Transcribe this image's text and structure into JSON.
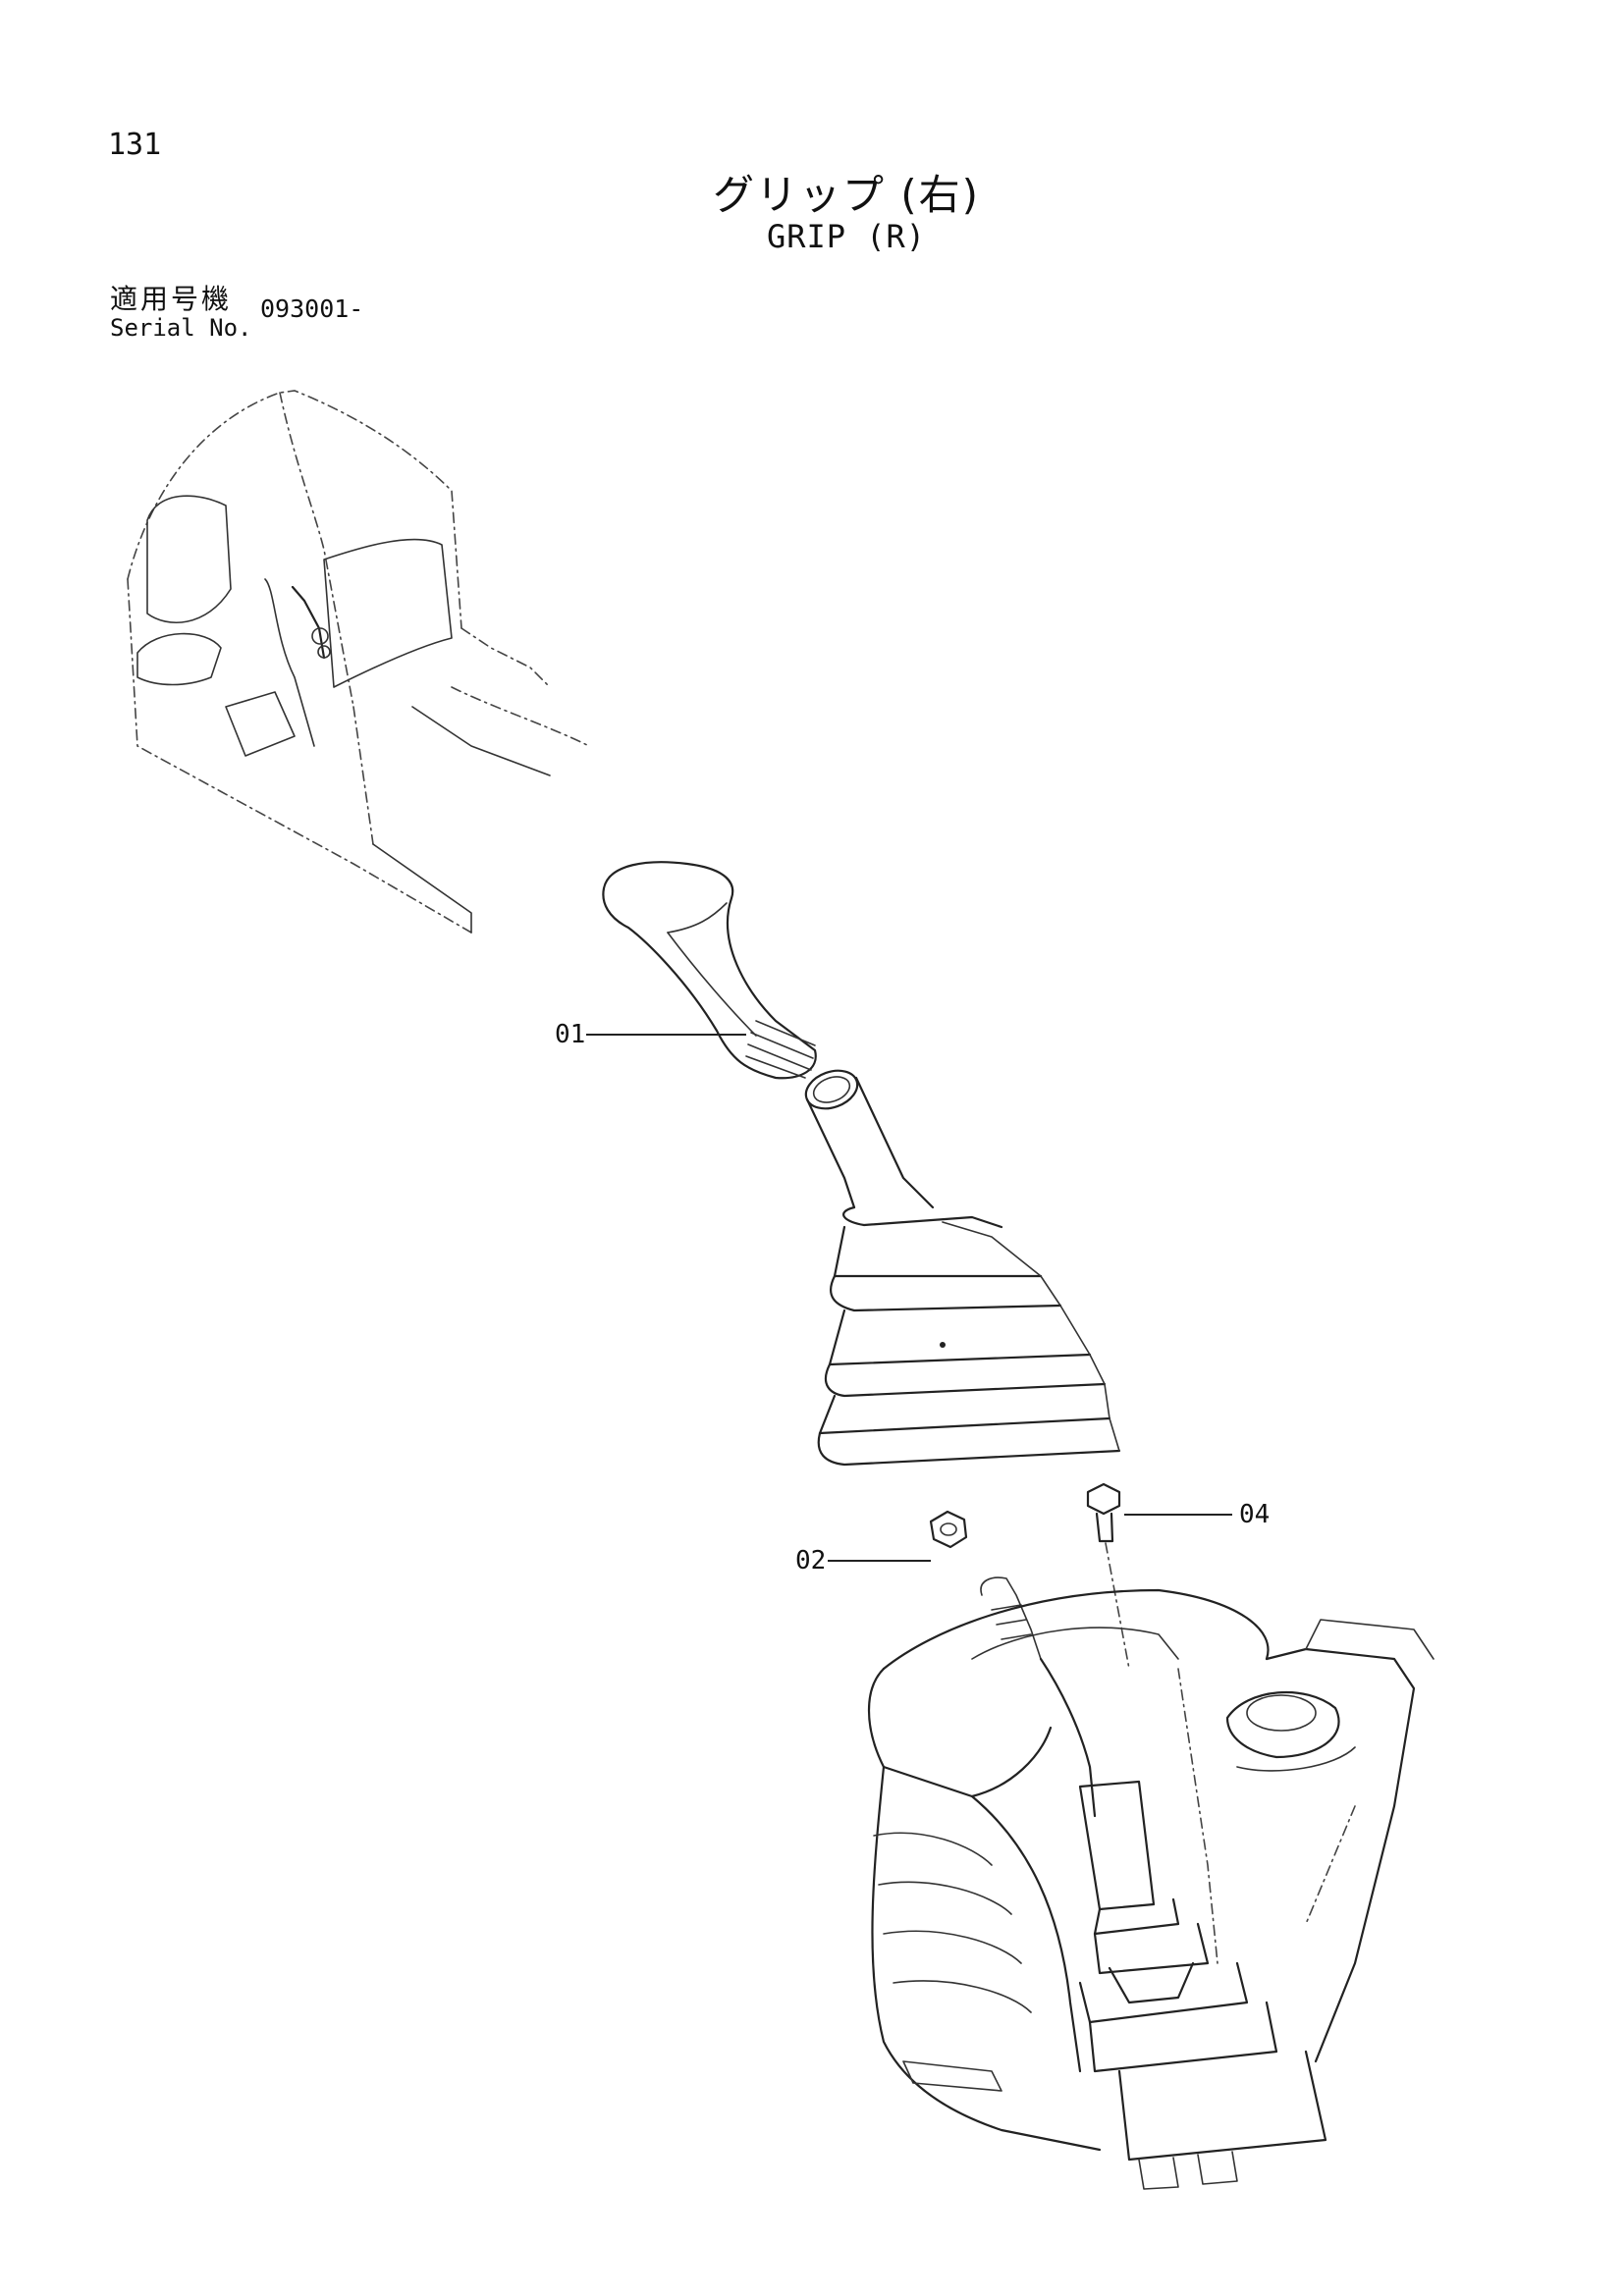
{
  "header": {
    "page_number": "131",
    "title_jp": "グリップ (右)",
    "title_en": "GRIP (R)"
  },
  "serial": {
    "label_jp": "適用号機",
    "label_en": "Serial No.",
    "value": "093001-"
  },
  "callouts": [
    {
      "id": "01",
      "label": "01"
    },
    {
      "id": "02",
      "label": "02"
    },
    {
      "id": "04",
      "label": "04"
    }
  ],
  "colors": {
    "ink": "#222222",
    "paper": "#ffffff"
  }
}
